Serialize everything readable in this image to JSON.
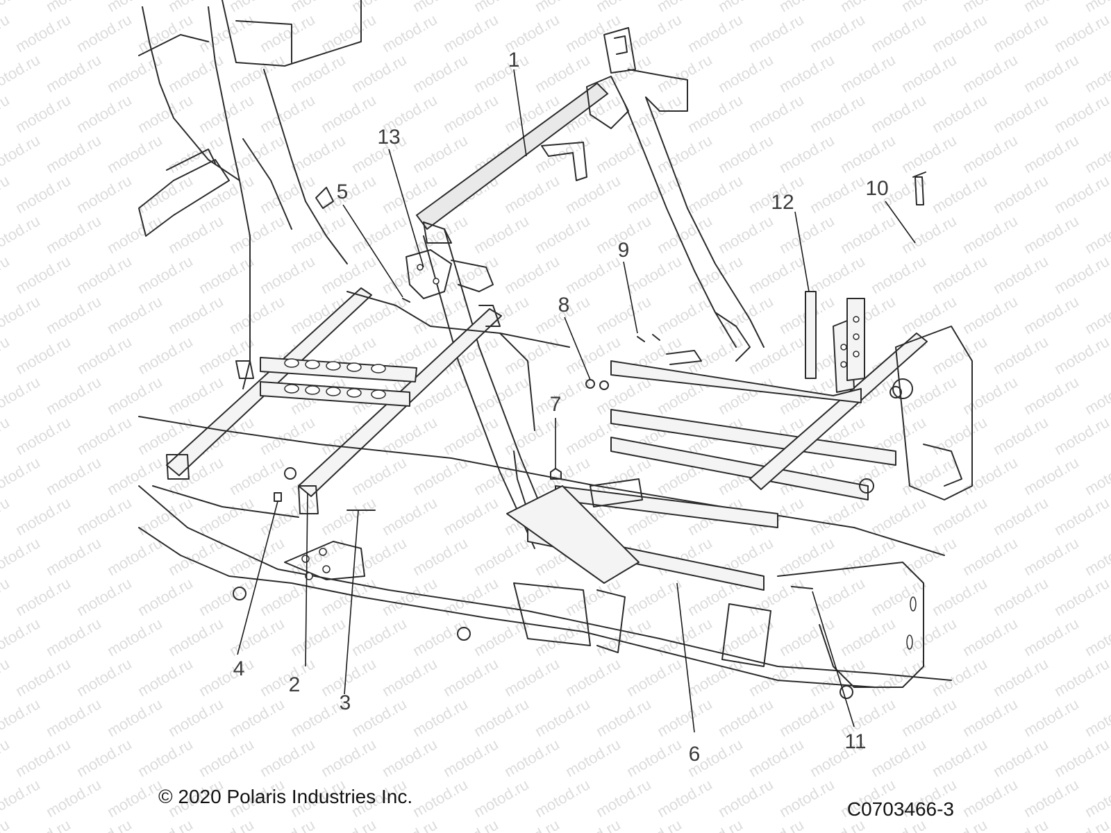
{
  "watermark": "motod.ru",
  "callouts": [
    {
      "id": "1",
      "label": "1"
    },
    {
      "id": "2",
      "label": "2"
    },
    {
      "id": "3",
      "label": "3"
    },
    {
      "id": "4",
      "label": "4"
    },
    {
      "id": "5",
      "label": "5"
    },
    {
      "id": "6",
      "label": "6"
    },
    {
      "id": "7",
      "label": "7"
    },
    {
      "id": "8",
      "label": "8"
    },
    {
      "id": "9",
      "label": "9"
    },
    {
      "id": "10",
      "label": "10"
    },
    {
      "id": "11",
      "label": "11"
    },
    {
      "id": "12",
      "label": "12"
    },
    {
      "id": "13",
      "label": "13"
    }
  ],
  "footer": {
    "copyright": "© 2020 Polaris Industries Inc.",
    "figure_id": "C0703466-3"
  }
}
